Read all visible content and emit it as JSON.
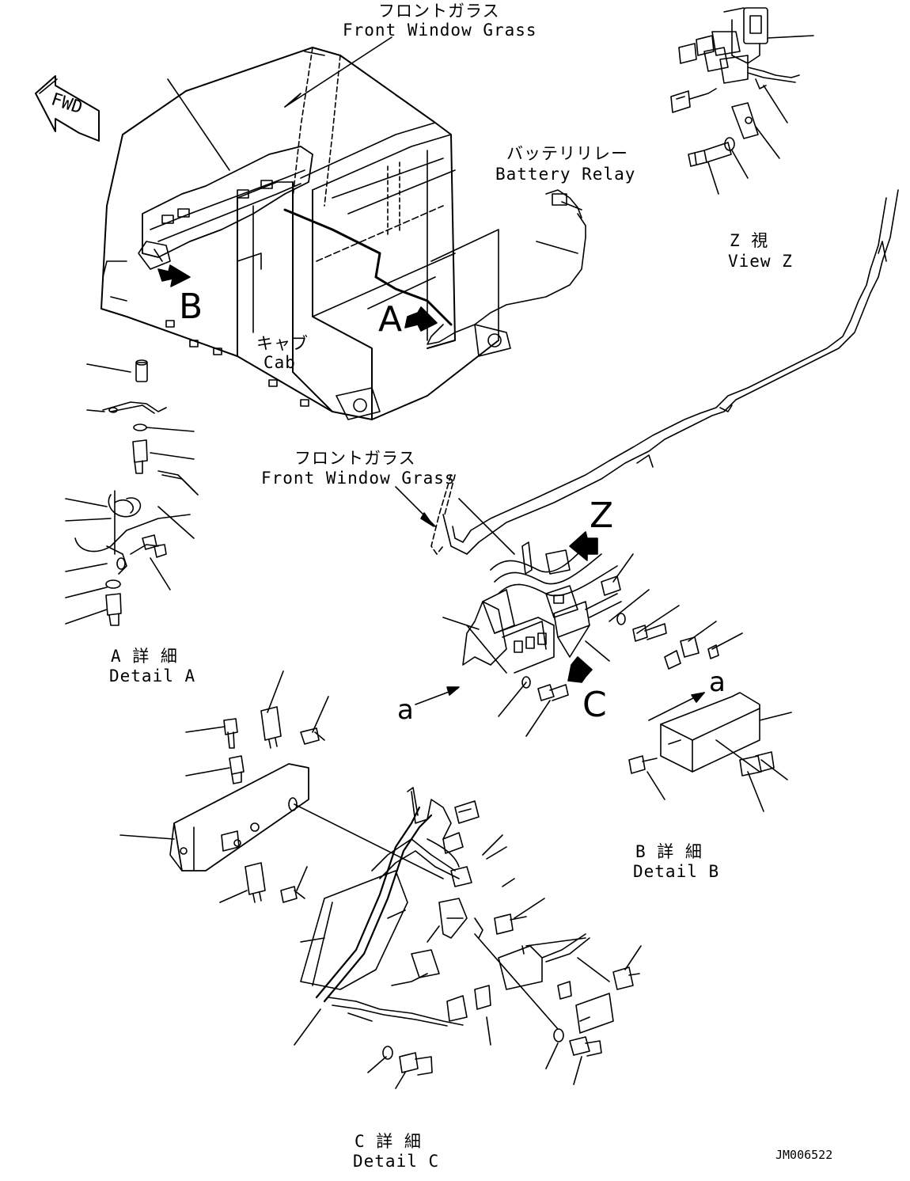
{
  "colors": {
    "ink": "#000000",
    "paper": "#ffffff"
  },
  "labels": {
    "front_window_top_jp": "フロントガラス",
    "front_window_top_en": "Front Window Grass",
    "battery_relay_jp": "バッテリリレー",
    "battery_relay_en": "Battery Relay",
    "view_z_jp": "Z 視",
    "view_z_en": "View Z",
    "cab_jp": "キャブ",
    "cab_en": "Cab",
    "front_window_mid_jp": "フロントガラス",
    "front_window_mid_en": "Front Window Grass",
    "detail_a_jp": "A 詳 細",
    "detail_a_en": "Detail A",
    "detail_b_jp": "B 詳 細",
    "detail_b_en": "Detail B",
    "detail_c_jp": "C 詳 細",
    "detail_c_en": "Detail C",
    "drawing_no": "JM006522"
  },
  "markers": {
    "fwd": "FWD",
    "a_upper": "A",
    "b_upper": "B",
    "z": "Z",
    "c": "C",
    "a_lower_left": "a",
    "a_lower_right": "a"
  },
  "icons": [
    "fwd-arrow-icon",
    "view-arrow-icon",
    "bolt-icon",
    "washer-icon",
    "connector-icon",
    "relay-icon",
    "harness-icon"
  ]
}
